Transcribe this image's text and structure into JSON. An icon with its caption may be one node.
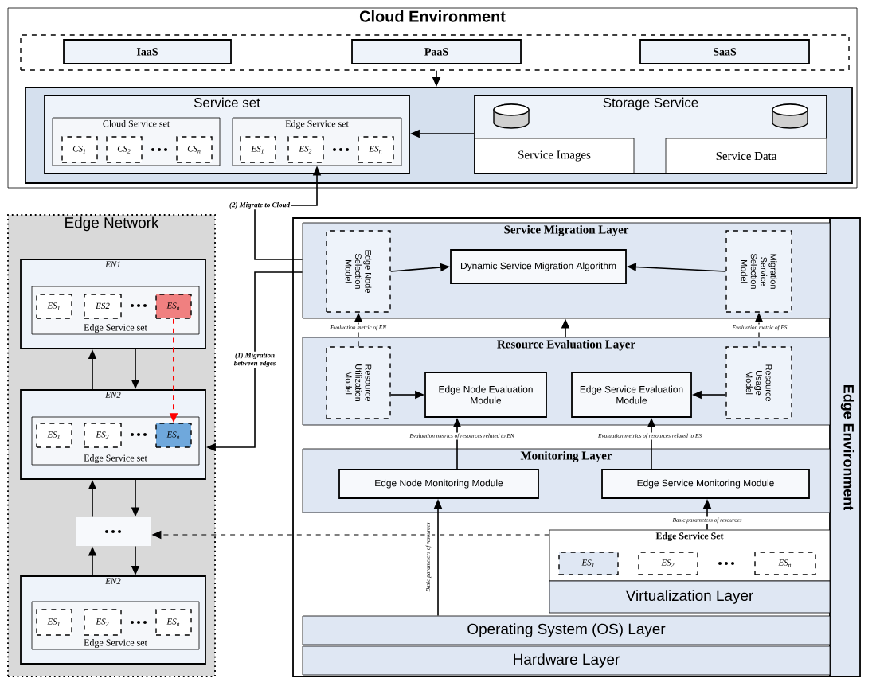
{
  "diagram": {
    "nodes": [
      {
        "text": [
          "Cloud Environment"
        ]
      },
      {
        "text": [],
        "shape": "box",
        "in": 0
      },
      {
        "text": [
          "IaaS"
        ],
        "in": 1
      },
      {
        "text": [
          "PaaS"
        ],
        "in": 1
      },
      {
        "text": [
          "SaaS"
        ],
        "in": 1
      },
      {
        "text": [],
        "shape": "box",
        "in": 0
      },
      {
        "text": [
          "Service set"
        ],
        "in": 5
      },
      {
        "text": [
          "Cloud Service set"
        ],
        "in": 6
      },
      {
        "text": [
          "CS$_{1}$"
        ],
        "in": 7
      },
      {
        "text": [
          "CS$_{2}$"
        ],
        "in": 7
      },
      {
        "text": [
          "CS$_{n}$"
        ],
        "in": 7
      },
      {
        "text": [
          "Edge Service set"
        ],
        "in": 6
      },
      {
        "text": [
          "ES$_{1}$"
        ],
        "in": 11
      },
      {
        "text": [
          "ES$_{2}$"
        ],
        "in": 11
      },
      {
        "text": [
          "ES$_{n}$"
        ],
        "in": 11
      },
      {
        "text": [
          "Storage Service"
        ],
        "in": 5
      },
      {
        "text": [
          "Service Images"
        ],
        "in": 15
      },
      {
        "text": [
          "Service Data"
        ],
        "in": 15
      },
      {
        "text": [
          "Edge Network"
        ]
      },
      {
        "text": [
          "EN1"
        ],
        "in": 18
      },
      {
        "text": [
          "Edge Service set"
        ],
        "in": 19
      },
      {
        "text": [
          "ES$_{1}$"
        ],
        "in": 20
      },
      {
        "text": [
          "ES2"
        ],
        "in": 20
      },
      {
        "text": [
          "ES$_{n}$"
        ],
        "in": 20
      },
      {
        "text": [
          "EN2"
        ],
        "in": 18
      },
      {
        "text": [
          "Edge Service set"
        ],
        "in": 24
      },
      {
        "text": [
          "ES$_{1}$"
        ],
        "in": 25
      },
      {
        "text": [
          "ES$_{2}$"
        ],
        "in": 25
      },
      {
        "text": [
          "ES$_{n}$"
        ],
        "in": 25
      },
      {
        "text": [],
        "shape": "box",
        "in": 18
      },
      {
        "text": [
          "EN2"
        ],
        "in": 18
      },
      {
        "text": [
          "Edge Service set"
        ],
        "in": 30
      },
      {
        "text": [
          "ES$_{1}$"
        ],
        "in": 31
      },
      {
        "text": [
          "ES$_{2}$"
        ],
        "in": 31
      },
      {
        "text": [
          "ES$_{n}$"
        ],
        "in": 31
      },
      {
        "text": [
          "Edge Environment"
        ]
      },
      {
        "text": [
          "Service Migration Layer"
        ],
        "in": 35
      },
      {
        "text": [
          "Edge Node Selection Model"
        ],
        "in": 36
      },
      {
        "text": [
          "Dynamic Service Migration Algorithm"
        ],
        "in": 36
      },
      {
        "text": [
          "Migration Service Selection Model"
        ],
        "in": 36
      },
      {
        "text": [
          "Resource Evaluation Layer"
        ],
        "in": 35
      },
      {
        "text": [
          "Resource Utilization Model"
        ],
        "in": 40
      },
      {
        "text": [
          "Edge Node Evaluation Module"
        ],
        "in": 40
      },
      {
        "text": [
          "Edge Service Evaluation Module"
        ],
        "in": 40
      },
      {
        "text": [
          "Resource Usage Model"
        ],
        "in": 40
      },
      {
        "text": [
          "Monitoring Layer"
        ],
        "in": 35
      },
      {
        "text": [
          "Edge Node Monitoring Module"
        ],
        "in": 45
      },
      {
        "text": [
          "Edge Service Monitoring Module"
        ],
        "in": 45
      },
      {
        "text": [
          "Edge Service Set"
        ],
        "in": 35
      },
      {
        "text": [
          "ES$_{1}$"
        ],
        "in": 48
      },
      {
        "text": [
          "ES$_{2}$"
        ],
        "in": 48
      },
      {
        "text": [
          "ES$_{n}$"
        ],
        "in": 48
      },
      {
        "text": [
          "Virtualization Layer"
        ],
        "in": 35
      },
      {
        "text": [
          "Operating System (OS)  Layer"
        ],
        "in": 35
      },
      {
        "text": [
          "Hardware Layer"
        ],
        "in": 35
      }
    ],
    "edges": [
      {
        "from": 1,
        "to": 5,
        "arrow": "to"
      },
      {
        "from": 15,
        "to": 6,
        "arrow": "to"
      },
      {
        "from": 36,
        "to": 11,
        "arrow": "to",
        "label": "(2) Migrate to Cloud"
      },
      {
        "from": 36,
        "to": 24,
        "arrow": "to",
        "label": "(1) Migration between edges"
      },
      {
        "from": 23,
        "to": 28,
        "arrow": "to",
        "style": "dashed",
        "color": "#ff0000"
      },
      {
        "from": 24,
        "to": 19,
        "arrow": "to"
      },
      {
        "from": 19,
        "to": 24,
        "arrow": "to"
      },
      {
        "from": 24,
        "to": 29,
        "arrow": "to"
      },
      {
        "from": 29,
        "to": 24,
        "arrow": "to"
      },
      {
        "from": 29,
        "to": 30,
        "arrow": "to"
      },
      {
        "from": 30,
        "to": 29,
        "arrow": "to"
      },
      {
        "from": 48,
        "to": 29,
        "arrow": "to",
        "style": "dashed"
      },
      {
        "from": 37,
        "to": 38,
        "arrow": "to"
      },
      {
        "from": 39,
        "to": 38,
        "arrow": "to"
      },
      {
        "from": 41,
        "to": 42,
        "arrow": "to"
      },
      {
        "from": 44,
        "to": 43,
        "arrow": "to"
      },
      {
        "from": 41,
        "to": 37,
        "arrow": "to",
        "style": "dashed",
        "label": "Evaluation metric of EN"
      },
      {
        "from": 44,
        "to": 39,
        "arrow": "to",
        "style": "dashed",
        "label": "Evaluation metric of ES"
      },
      {
        "from": 40,
        "to": 36,
        "arrow": "to"
      },
      {
        "from": 46,
        "to": 42,
        "arrow": "to",
        "label": "Evaluation metrics of resources related to EN"
      },
      {
        "from": 47,
        "to": 43,
        "arrow": "to",
        "label": "Evaluation metrics of resources related to ES"
      },
      {
        "from": 53,
        "to": 46,
        "arrow": "to",
        "label": "Basic parameters of resources"
      },
      {
        "from": 48,
        "to": 47,
        "arrow": "to",
        "label": "Basic parameters of resources"
      }
    ]
  }
}
